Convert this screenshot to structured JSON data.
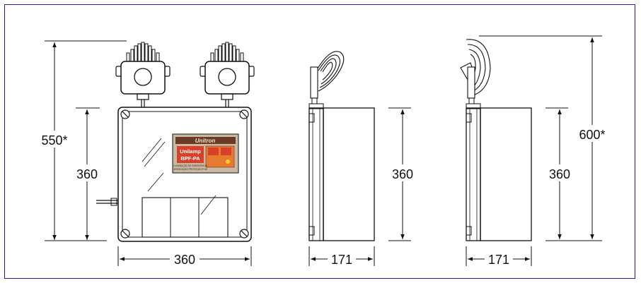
{
  "dimensions": {
    "front_height_total": "550*",
    "front_body_height": "360",
    "front_width": "360",
    "side1_body_height": "360",
    "side1_depth": "171",
    "side2_body_height": "360",
    "side2_height_total": "600*",
    "side2_depth": "171"
  },
  "label": {
    "brand": "Unitron",
    "product": "Unilamp",
    "model": "BPF-PA",
    "line1": "ILUMINAÇÃO DE EMERGÊNCIA",
    "line2": "ORIENTAÇÃO PROTEÇÃO IP-65"
  },
  "colors": {
    "frame": "#1f1fa8",
    "label_dark": "#6a3a26",
    "label_red": "#d8402a",
    "label_orange": "#e87a30",
    "label_panel": "#c8b9a0"
  }
}
